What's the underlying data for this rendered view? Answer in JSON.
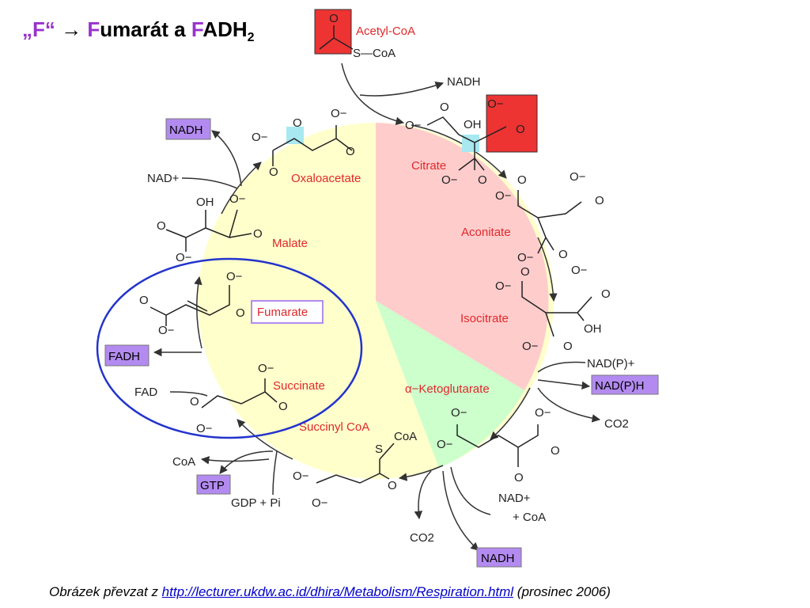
{
  "title": {
    "quote": "„F“",
    "arrow": " → ",
    "f1": "F",
    "rest1": "umarát a ",
    "f2": "F",
    "rest2": "ADH",
    "sub": "2"
  },
  "caption": {
    "prefix": "Obrázek převzat z ",
    "link": "http://lecturer.ukdw.ac.id/dhira/Metabolism/Respiration.html",
    "suffix": " (prosinec 2006)"
  },
  "colors": {
    "accent": "#9933cc",
    "cycle_yellow": "#ffffcc",
    "cycle_pink": "#ffcccc",
    "cycle_green": "#ccffcc",
    "label_red": "#e0282a",
    "cofactor_box": "#b38bf0",
    "acetyl_box": "#ee3333",
    "highlight_ellipse": "#2233cc"
  },
  "diagram": {
    "acetyl": {
      "label": "Acetyl-CoA",
      "s_coa": "S—CoA",
      "o": "O"
    },
    "intermediates": {
      "oxaloacetate": "Oxaloacetate",
      "citrate": "Citrate",
      "aconitate": "Aconitate",
      "isocitrate": "Isocitrate",
      "ketoglutarate": "α−Ketoglutarate",
      "succinyl_coa": "Succinyl CoA",
      "succinate": "Succinate",
      "fumarate": "Fumarate",
      "malate": "Malate"
    },
    "cofactors": {
      "nadh_top": "NADH",
      "nadh_left": "NADH",
      "nad_plus_left": "NAD+",
      "fadh": "FADH",
      "fad": "FAD",
      "coa_left": "CoA",
      "gtp": "GTP",
      "gdp": "GDP + Pi",
      "nadp_plus": "NAD(P)+",
      "nadph": "NAD(P)H",
      "co2_right": "CO2",
      "nad_plus_bottom": "NAD+",
      "coa_bottom": "+ CoA",
      "co2_bottom": "CO2",
      "nadh_bottom": "NADH"
    },
    "atoms": {
      "o_minus": "O−",
      "o": "O",
      "oh": "OH",
      "s": "S",
      "coa": "CoA"
    }
  }
}
